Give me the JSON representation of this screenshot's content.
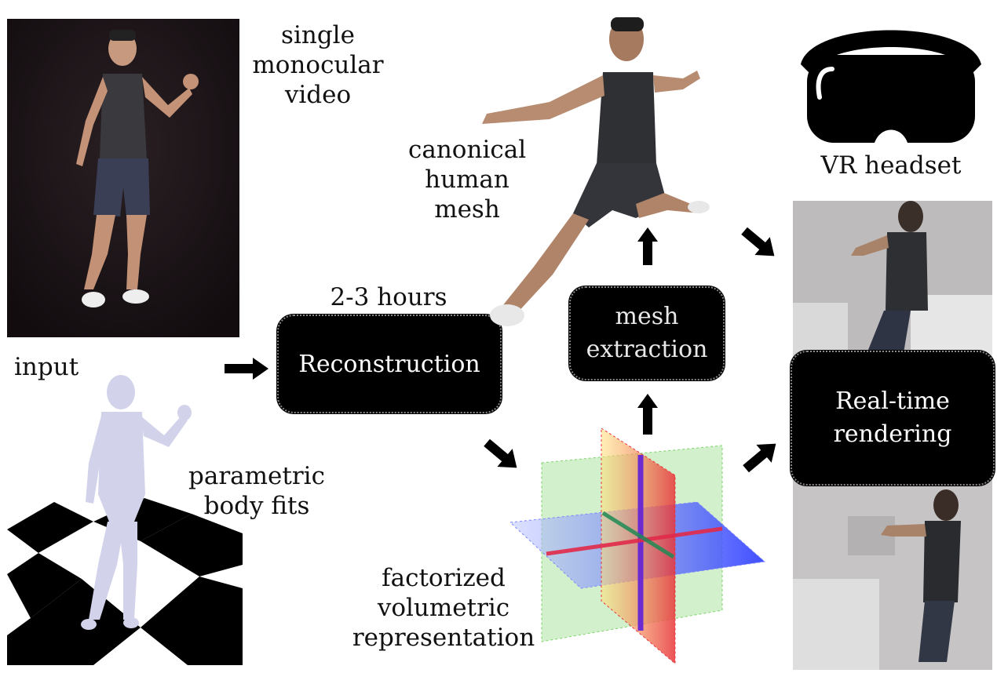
{
  "labels": {
    "single_video": "single monocular video",
    "canonical_mesh": "canonical human mesh",
    "vr_headset": "VR headset",
    "input": "input",
    "duration": "2-3 hours",
    "parametric": "parametric body fits",
    "factorized": "factorized volumetric representation"
  },
  "boxes": {
    "reconstruction": "Reconstruction",
    "mesh_extraction": "mesh extraction",
    "realtime": "Real-time rendering"
  },
  "colors": {
    "box_fill": "#000000",
    "box_text": "#ffffff",
    "arrow": "#000000",
    "plane_red": "#e8343a",
    "plane_green": "#7ed36a",
    "plane_blue": "#2a3bff"
  }
}
